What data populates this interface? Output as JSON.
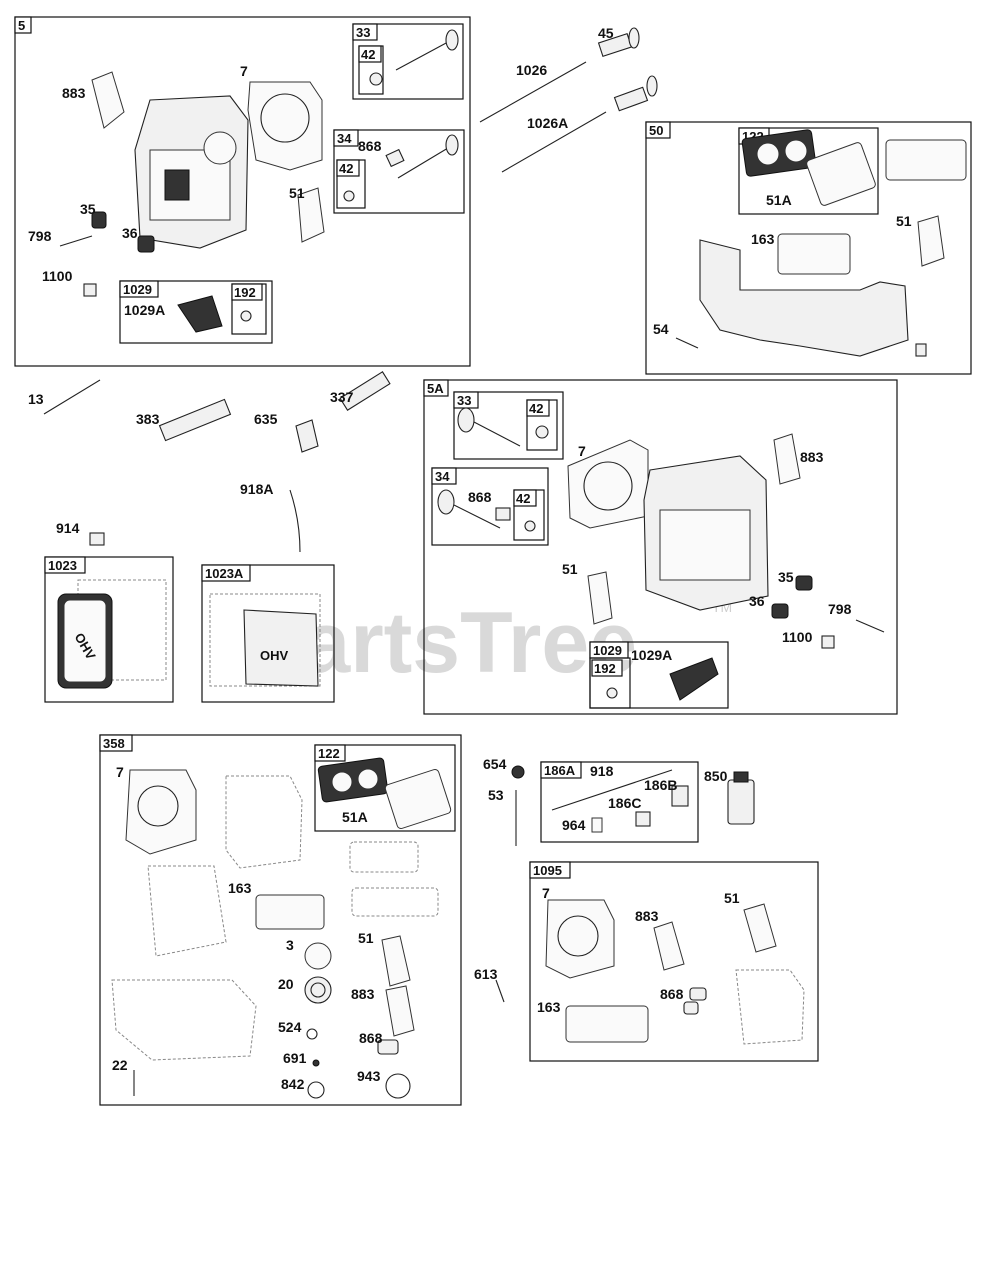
{
  "watermark": {
    "text": "PartsTree",
    "tm": "TM"
  },
  "assemblies": {
    "5": {
      "tag": "5",
      "sub": {
        "33": {
          "tag": "33",
          "inner": "42"
        },
        "34": {
          "tag": "34",
          "inner": "42",
          "extra": "868"
        },
        "1029": {
          "tag": "1029",
          "label": "1029A",
          "inner": "192"
        }
      },
      "labels": {
        "883": "883",
        "7": "7",
        "51": "51",
        "35": "35",
        "36": "36",
        "798": "798",
        "1100": "1100"
      }
    },
    "50": {
      "tag": "50",
      "sub": {
        "122": {
          "tag": "122",
          "label": "51A"
        }
      },
      "labels": {
        "51": "51",
        "163": "163",
        "54": "54"
      }
    },
    "5A": {
      "tag": "5A",
      "sub": {
        "33": {
          "tag": "33",
          "inner": "42"
        },
        "34": {
          "tag": "34",
          "inner": "42",
          "extra": "868"
        },
        "1029": {
          "tag": "1029",
          "label": "1029A",
          "inner": "192"
        }
      },
      "labels": {
        "7": "7",
        "883": "883",
        "51": "51",
        "35": "35",
        "36": "36",
        "798": "798",
        "1100": "1100"
      }
    },
    "1023": {
      "tag": "1023"
    },
    "1023A": {
      "tag": "1023A"
    },
    "358": {
      "tag": "358",
      "sub": {
        "122": {
          "tag": "122",
          "label": "51A"
        }
      },
      "labels": {
        "7": "7",
        "163": "163",
        "3": "3",
        "20": "20",
        "51": "51",
        "883": "883",
        "524": "524",
        "868": "868",
        "691": "691",
        "842": "842",
        "943": "943",
        "22": "22"
      }
    },
    "186A": {
      "tag": "186A",
      "labels": {
        "918": "918",
        "186B": "186B",
        "186C": "186C",
        "964": "964"
      }
    },
    "1095": {
      "tag": "1095",
      "labels": {
        "7": "7",
        "883": "883",
        "51": "51",
        "868": "868",
        "163": "163"
      }
    }
  },
  "loose": {
    "45": "45",
    "1026": "1026",
    "1026A": "1026A",
    "13": "13",
    "383": "383",
    "635": "635",
    "337": "337",
    "918A": "918A",
    "914": "914",
    "654": "654",
    "53": "53",
    "850": "850",
    "613": "613"
  },
  "cover_text": "OHV"
}
